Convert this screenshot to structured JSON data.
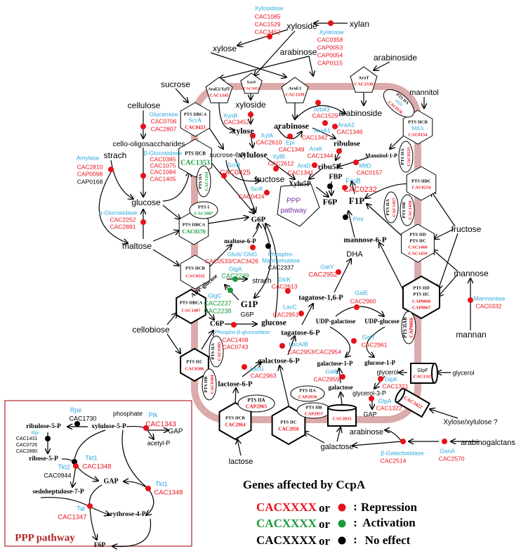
{
  "colors": {
    "repression": "#e8101a",
    "activation": "#1a9a3a",
    "no_effect": "#000000",
    "enzyme": "#2aa6dc",
    "membrane": "#dcaaaa",
    "ppp_box": "#b02525",
    "ppp_label": "#7a2fa8"
  },
  "labels": {
    "enz_xylosidase": "Xylosidase",
    "g_cac1085": "CAC1085",
    "g_cac1529_xylosidase": "CAC1529",
    "g_cac3452_xylosidase": "CAC3452",
    "met_xyloside_ext": "xyloside",
    "met_xylan": "xylan",
    "enz_xylanase": "Xylanase",
    "g_cac0358": "CAC0358",
    "g_cap0053": "CAP0053",
    "g_cap0054": "CAP0054",
    "g_cap0115": "CAP0115",
    "met_xylose_ext": "xylose",
    "met_arabinose_ext": "arabinose",
    "met_arabinoside_ext": "arabinoside",
    "tr_arae2_name": "AraE2/XylT",
    "tr_arae2_gene": "CAC1345",
    "tr_xynt_name": "XynT",
    "tr_xynt_gene": "CAC3451",
    "tr_arae1_name": "AraE1",
    "tr_arae1_gene": "CAC1339",
    "tr_arat_name": "AraT",
    "tr_arat_gene": "CAC1530",
    "met_arabinoside_int": "arabinoside",
    "met_mannitol": "mannitol",
    "tr_mtlf_1": "PTS IIA",
    "tr_mtlf_2": "MtlF",
    "tr_mtlf_3": "CAC0156",
    "tr_mtla_1": "PTS IICB",
    "tr_mtla_2": "MtlA",
    "tr_mtla_3": "CAC0154",
    "met_sucrose": "sucrose",
    "met_cellulose": "cellulose",
    "enz_glucanase": "Glucanase",
    "g_cac0706": "CAC0706",
    "g_cac2807": "CAC2807",
    "tr_scra_1": "PTS IIBCA",
    "tr_scra_2": "ScrA",
    "tr_scra_3": "CAC0423",
    "met_xyloside_int": "xyloside",
    "enz_xynb": "XynB",
    "g_cac3452_xynb": "CAC3452",
    "met_xylose_int": "xylose",
    "met_arabinose_int": "arabinose",
    "enz_arb43": "Arb43",
    "g_cac1529_arb43": "CAC1529",
    "enz_araa1": "AraA1",
    "g_cac1342": "CAC1342",
    "enz_araa2": "AraA2",
    "g_cac1346": "CAC1346",
    "enz_epi": "Epi",
    "g_cac1349": "CAC1349",
    "enz_xyla": "XylA",
    "g_cac2610": "CAC2610",
    "met_xylulose": "xylulose",
    "enz_xylb": "XylB",
    "g_cac2612": "CAC2612",
    "met_ribulose": "ribulose",
    "enz_arak": "AraK",
    "g_cac1344": "CAC1344",
    "enz_arad": "AraD",
    "g_cac1341": "CAC1341",
    "met_ribu5p": "ribu5P",
    "met_mannitol1p": "Mannitol-1-P",
    "enz_mtld": "MtlD",
    "g_cac0157": "CAC0157",
    "met_fbp": "FBP",
    "enz_frub": "FruB",
    "g_cac0232": "CAC0232",
    "met_f1p": "F1P",
    "met_f6p": "F6P",
    "met_xylu5p": "Xylu5P",
    "ppp_center_1": "PPP",
    "ppp_center_2": "pathway",
    "met_cellooligo": "cello-oligosaccharides",
    "enz_bglucosidase": "β-Glucosidase",
    "g_cac0385_bglu": "CAC0385",
    "g_cac1075": "CAC1075",
    "g_cac1084": "CAC1084",
    "g_cac1405": "CAC1405",
    "enz_amylase": "Amylase",
    "met_strach_ext": "strach",
    "g_cac2810": "CAC2810",
    "g_cap0098": "CAP0098",
    "g_cap0168": "CAP0168",
    "tr_cac1353_1": "PTS IICB",
    "tr_cac1353_2": "CAC1353",
    "met_sucrose6p": "sucrose-6-P",
    "enz_scrb": "ScrB",
    "g_cac0425": "CAC0425",
    "met_fructose_int": "fructose",
    "enz_scrk": "ScrK",
    "g_cac0424": "CAC0424",
    "tr_cac1354_1": "PTS IIA",
    "tr_cac1354_2": "CAC1354",
    "met_glucose_ext": "glucose",
    "tr_pts1_1": "PTS I",
    "tr_pts1_2": "CAC3087",
    "enz_aglucosidase": "α-Glucosidase",
    "g_cac2252": "CAC2252",
    "g_cac2891": "CAC2891",
    "tr_cac0570_1": "PTS IIBCA",
    "tr_cac0570_2": "CAC0570",
    "met_maltose": "maltose",
    "met_g6p_top": "G6P",
    "met_maltose6p": "maltose-6-P",
    "enz_pmi": "Pmi",
    "met_mannose6p": "mannose-6-P",
    "met_dha": "DHA",
    "enz_gaty": "GatY",
    "g_cac2952": "CAC2952",
    "tr_cac0233_1": "PTS IIA",
    "tr_cac0233_2": "CAC0233",
    "tr_cac0234_1": "PTS IIBC",
    "tr_cac0234_2": "CAC0234",
    "tr_cac1457_1": "PTS IIA",
    "tr_cac1457_2": "CAC1457",
    "tr_cac1458_1": "PTS IIB",
    "tr_cac1458_2": "CAC1458",
    "tr_cac1460_1": "PTS IID",
    "tr_cac1460_2": "PTS IIC",
    "tr_cac1460_3": "CAC1460",
    "tr_cac1460_4": "CAC1459",
    "met_fructose_ext": "fructose",
    "met_mannose_ext": "mannose",
    "tr_cap0068_1": "PTS IID",
    "tr_cap0068_2": "PTS IIC",
    "tr_cap0068_3": "CAP0068",
    "tr_cap0068_4": "CAP0067",
    "tr_cap0066_1": "PTS IIAB",
    "tr_cap0066_2": "CAP0066",
    "enz_mannanase": "Mannanase",
    "g_cac0332": "CAC0332",
    "met_mannan": "mannan",
    "enz_glva": "GlvA/ GlvG",
    "g_cac0533": "CAC0533/CAC3426",
    "tr_cac0532_1": "PTS IICB",
    "tr_cac0532_2": "CAC0532",
    "enz_pmm_1": "Phospho-",
    "enz_pmm_2": "Mannomutase",
    "g_cac2337": "CAC2337",
    "met_adpglucose": "ADP-glucose",
    "enz_glga": "GlgA",
    "g_cac2239": "CAC2239",
    "met_strach_int": "strach",
    "enz_glgc": "GlgC",
    "g_cac2237": "CAC2237",
    "g_cac2238": "CAC2238",
    "met_g1p": "G1P",
    "met_g6p_low": "G6P",
    "enz_glck": "GlcK",
    "g_cac2613": "CAC2613",
    "tr_cac1407_1": "PTS IIBCA",
    "tr_cac1407_2": "CAC1407",
    "met_cellobiose": "cellobiose",
    "met_c6p": "C6P",
    "met_glucose_int": "glucose",
    "enz_pbglucosidase": "Phospho-β-glucosidase",
    "g_cac1408": "CAC1408",
    "g_cac0743": "CAC0743",
    "met_tagatose16p": "tagatose-1,6-P",
    "enz_lacc": "LacC",
    "g_cac2951": "CAC2951",
    "met_tagatose6p": "tagatose-6-P",
    "enz_gale": "GalE",
    "g_cac2960": "CAC2960",
    "met_udpgal": "UDP-galactose",
    "met_udpglc": "UDP-glucose",
    "enz_galt": "GalT",
    "g_cac2961": "CAC2961",
    "enz_laca": "LacA/B",
    "g_cac2953": "CAC2953/CAC2954",
    "met_galactose6p": "galactose-6-P",
    "enz_lacg": "LacG",
    "g_cac2963": "CAC2963",
    "met_lactose6p": "lactose-6-P",
    "met_galactose1p": "galactose-1-P",
    "met_glucose1p": "glucose-1-P",
    "enz_galk": "GalK",
    "g_cac2959": "CAC2959",
    "met_galactose_int": "galactose",
    "tr_cac0386_1": "PTS IIC",
    "tr_cac0386_2": "CAC0386",
    "tr_cac0385_1": "PTS IIA",
    "tr_cac0385_2": "CAC0385",
    "tr_cac0384_1": "PTS IIB",
    "tr_cac0384_2": "CAC0384",
    "met_glycerol_int": "glycerol",
    "tr_glpf_1": "GlpF",
    "tr_glpf_2": "CAC1319",
    "met_glycerol_ext": "glycerol",
    "enz_glpk": "GlpK",
    "g_cac1321": "CAC1321",
    "met_glycerol3p": "glycerol-3-P",
    "enz_glpa": "GlpA",
    "g_cac1322": "CAC1322",
    "met_gap_int": "GAP",
    "tr_cac3422": "CAC3422",
    "met_xylose_xylulose": "Xylose/xylulose ?",
    "tr_cap2965_1": "PTS IIA",
    "tr_cap2965_2": "CAP2965",
    "tr_cac2964_1": "PTS IICB",
    "tr_cac2964_2": "CAC2964",
    "tr_cap2958_1": "PTS IIA",
    "tr_cap2958_2": "CAP2958",
    "tr_cap2957_1": "PTS IIB",
    "tr_cap2957_2": "CAP2957",
    "tr_cac2956_1": "PTS IIC",
    "tr_cac2956_2": "CAC2956",
    "tr_cac2835": "CAC2835",
    "met_lactose": "lactose",
    "met_galactose_ext": "galactose",
    "met_arabinose_bottom": "arabinose",
    "enz_bgalactosidase": "β-Galactosidase",
    "g_cac2514": "CAC2514",
    "met_arabinogalactans": "arabinogalctans",
    "enz_gana": "GanA",
    "g_cac2570": "CAC2570",
    "ppp_rpe": "Rpe",
    "ppp_cac1730": "CAC1730",
    "ppp_ribulose5p": "ribulose-5-P",
    "ppp_xylulose5p": "xylulose-5-P",
    "ppp_phosphate": "phosphate",
    "ppp_ptk": "Ptk",
    "ppp_cac1343": "CAC1343",
    "ppp_gap1": "GAP",
    "ppp_acetylp": "acetyl-P",
    "ppp_rpi": "Rpi",
    "ppp_cac1431": "CAC1431",
    "ppp_cac0726": "CAC0726",
    "ppp_cac2880": "CAC2880",
    "ppp_ribose5p": "ribose-5-P",
    "ppp_tkt1a": "Tkt1",
    "ppp_cac1348a": "CAC1348",
    "ppp_tkt2": "Tkt2",
    "ppp_cac0944": "CAC0944",
    "ppp_gap2": "GAP",
    "ppp_sedo": "sedoheptulose-7-P",
    "ppp_tkt1b": "Tkt1",
    "ppp_cac1348b": "CAC1348",
    "ppp_tal": "Tal",
    "ppp_cac1347": "CAC1347",
    "ppp_e4p": "erythrose-4-P",
    "ppp_title": "PPP pathway",
    "ppp_f6p": "F6P"
  },
  "legend": {
    "title": "Genes affected by CcpA",
    "rows": [
      {
        "code": "CACXXXX",
        "or": "or",
        "sep": ":",
        "meaning": "Repression",
        "type": "repression"
      },
      {
        "code": "CACXXXX",
        "or": "or",
        "sep": ":",
        "meaning": "Activation",
        "type": "activation"
      },
      {
        "code": "CACXXXX",
        "or": "or",
        "sep": ":",
        "meaning": "No effect",
        "type": "no_effect"
      }
    ]
  }
}
